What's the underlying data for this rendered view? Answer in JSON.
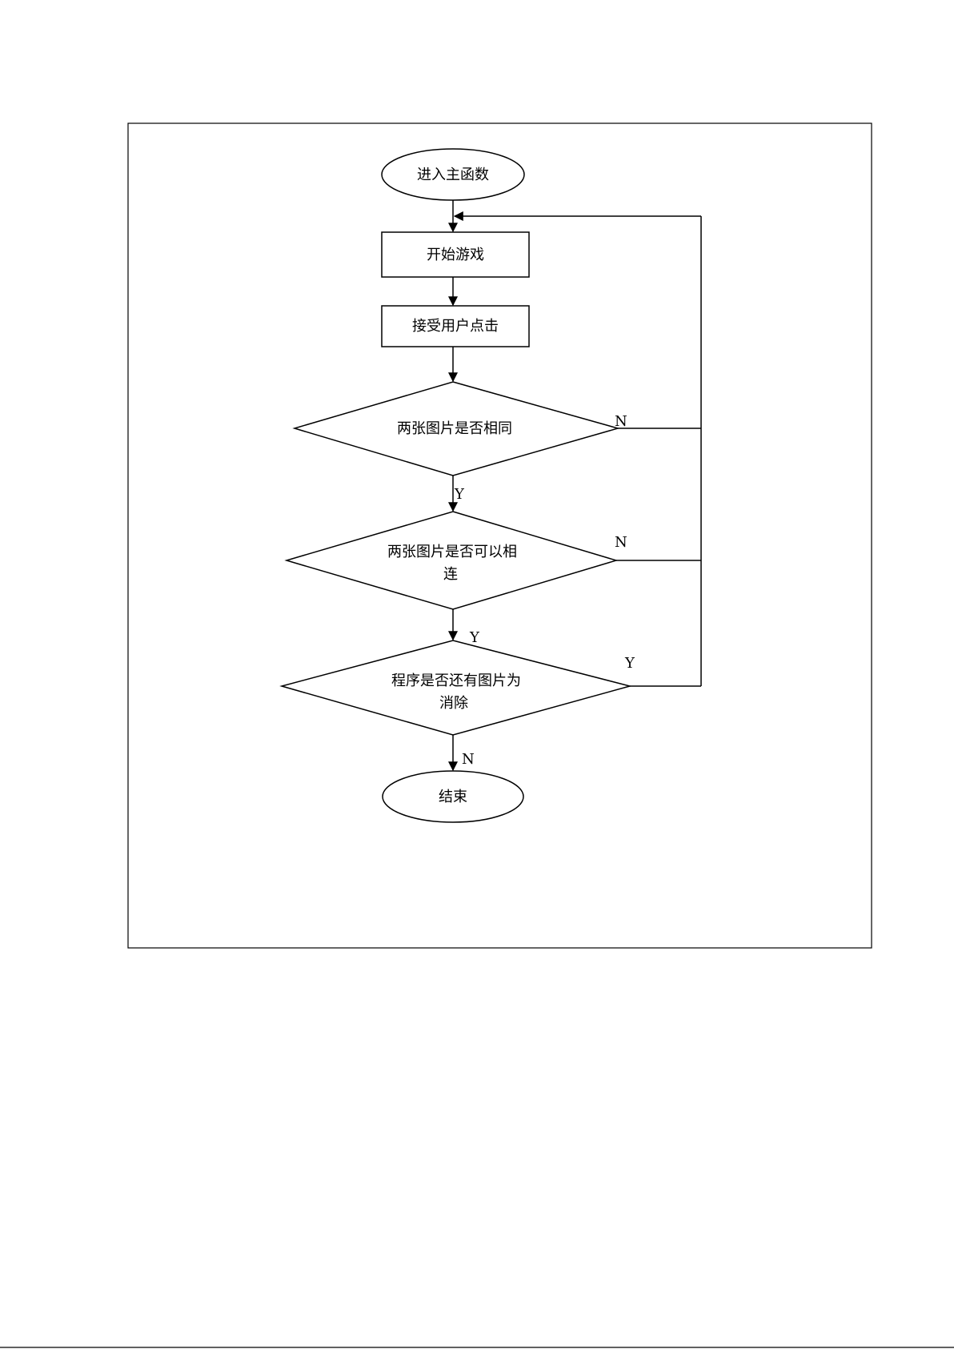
{
  "flowchart": {
    "start": "进入主函数",
    "start_game": "开始游戏",
    "receive_click": "接受用户点击",
    "decision_same": "两张图片是否相同",
    "decision_connect": {
      "line1": "两张图片是否可以相",
      "line2": "连"
    },
    "decision_remaining": {
      "line1": "程序是否还有图片为",
      "line2": "消除"
    },
    "end": "结束",
    "edge_labels": {
      "same_no": "N",
      "same_yes": "Y",
      "connect_no": "N",
      "connect_yes": "Y",
      "remaining_yes": "Y",
      "remaining_no": "N"
    }
  }
}
